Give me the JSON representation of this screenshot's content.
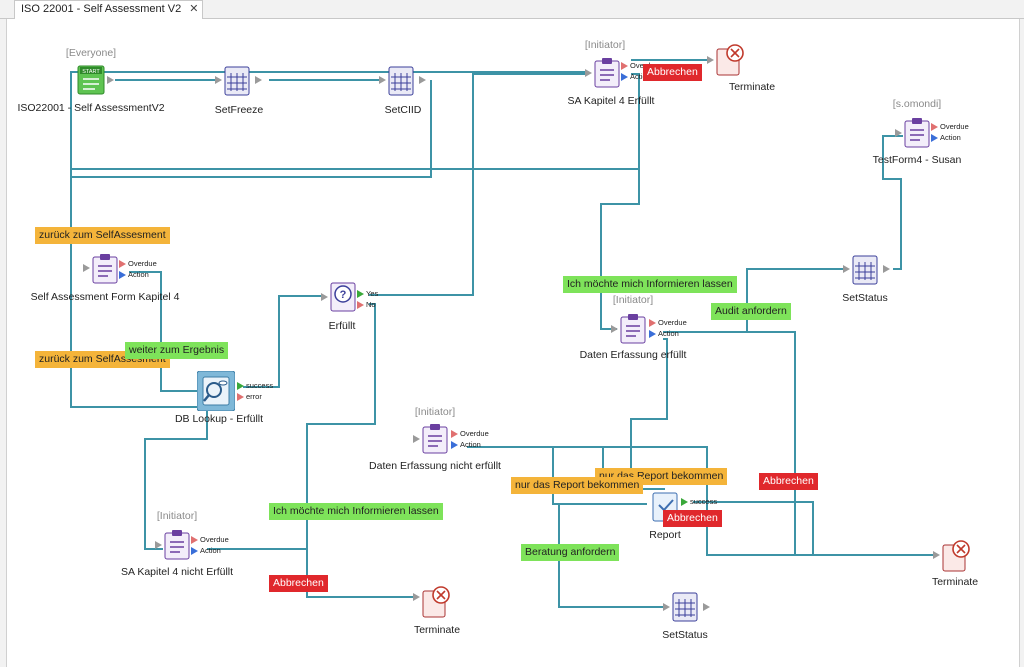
{
  "tab": {
    "title": "ISO 22001 - Self Assessment V2",
    "close": "✕"
  },
  "roles": {
    "everyone": "[Everyone]",
    "initiator": "[Initiator]",
    "somondi": "[s.omondi]"
  },
  "nodes": {
    "start": "ISO22001 - Self AssessmentV2",
    "setfreeze": "SetFreeze",
    "setciid": "SetCIID",
    "sa_k4_erfuellt": "SA Kapitel 4 Erfüllt",
    "terminate_top": "Terminate",
    "testform4": "TestForm4 - Susan",
    "sa_form_k4": "Self Assessment Form Kapitel 4",
    "erfuellt": "Erfüllt",
    "db_lookup": "DB Lookup - Erfüllt",
    "daten_erfuellt": "Daten Erfassung erfüllt",
    "setstatus_right": "SetStatus",
    "daten_nicht": "Daten Erfassung nicht erfüllt",
    "report": "Report",
    "sa_k4_nicht": "SA Kapitel 4 nicht Erfüllt",
    "terminate_bottom": "Terminate",
    "setstatus_bottom": "SetStatus",
    "terminate_right": "Terminate"
  },
  "ports": {
    "overdue": "Overdue",
    "action": "Action",
    "yes": "Yes",
    "no": "No",
    "success": "success",
    "error": "error"
  },
  "tags": {
    "abbrechen_top": "Abbrechen",
    "zurueck_1": "zurück zum SelfAssesment",
    "zurueck_2": "zurück zum SelfAssesment",
    "weiter": "weiter zum Ergebnis",
    "informieren_right": "Ich möchte mich Informieren lassen",
    "audit": "Audit anfordern",
    "informieren_left": "Ich möchte mich Informieren lassen",
    "report_1": "nur das Report bekommen",
    "report_2": "nur das Report bekommen",
    "abbrechen_right": "Abbrechen",
    "abbrechen_report": "Abbrechen",
    "beratung": "Beratung anfordern",
    "abbrechen_left": "Abbrechen"
  },
  "colors": {
    "connector": "#3d93a6",
    "tag_orange": "#f4b43a",
    "tag_green": "#7ee35a",
    "tag_red": "#e0282c",
    "form_icon": "#6a3fa0",
    "terminate_icon": "#c0392b",
    "start_icon": "#3aa83a"
  }
}
